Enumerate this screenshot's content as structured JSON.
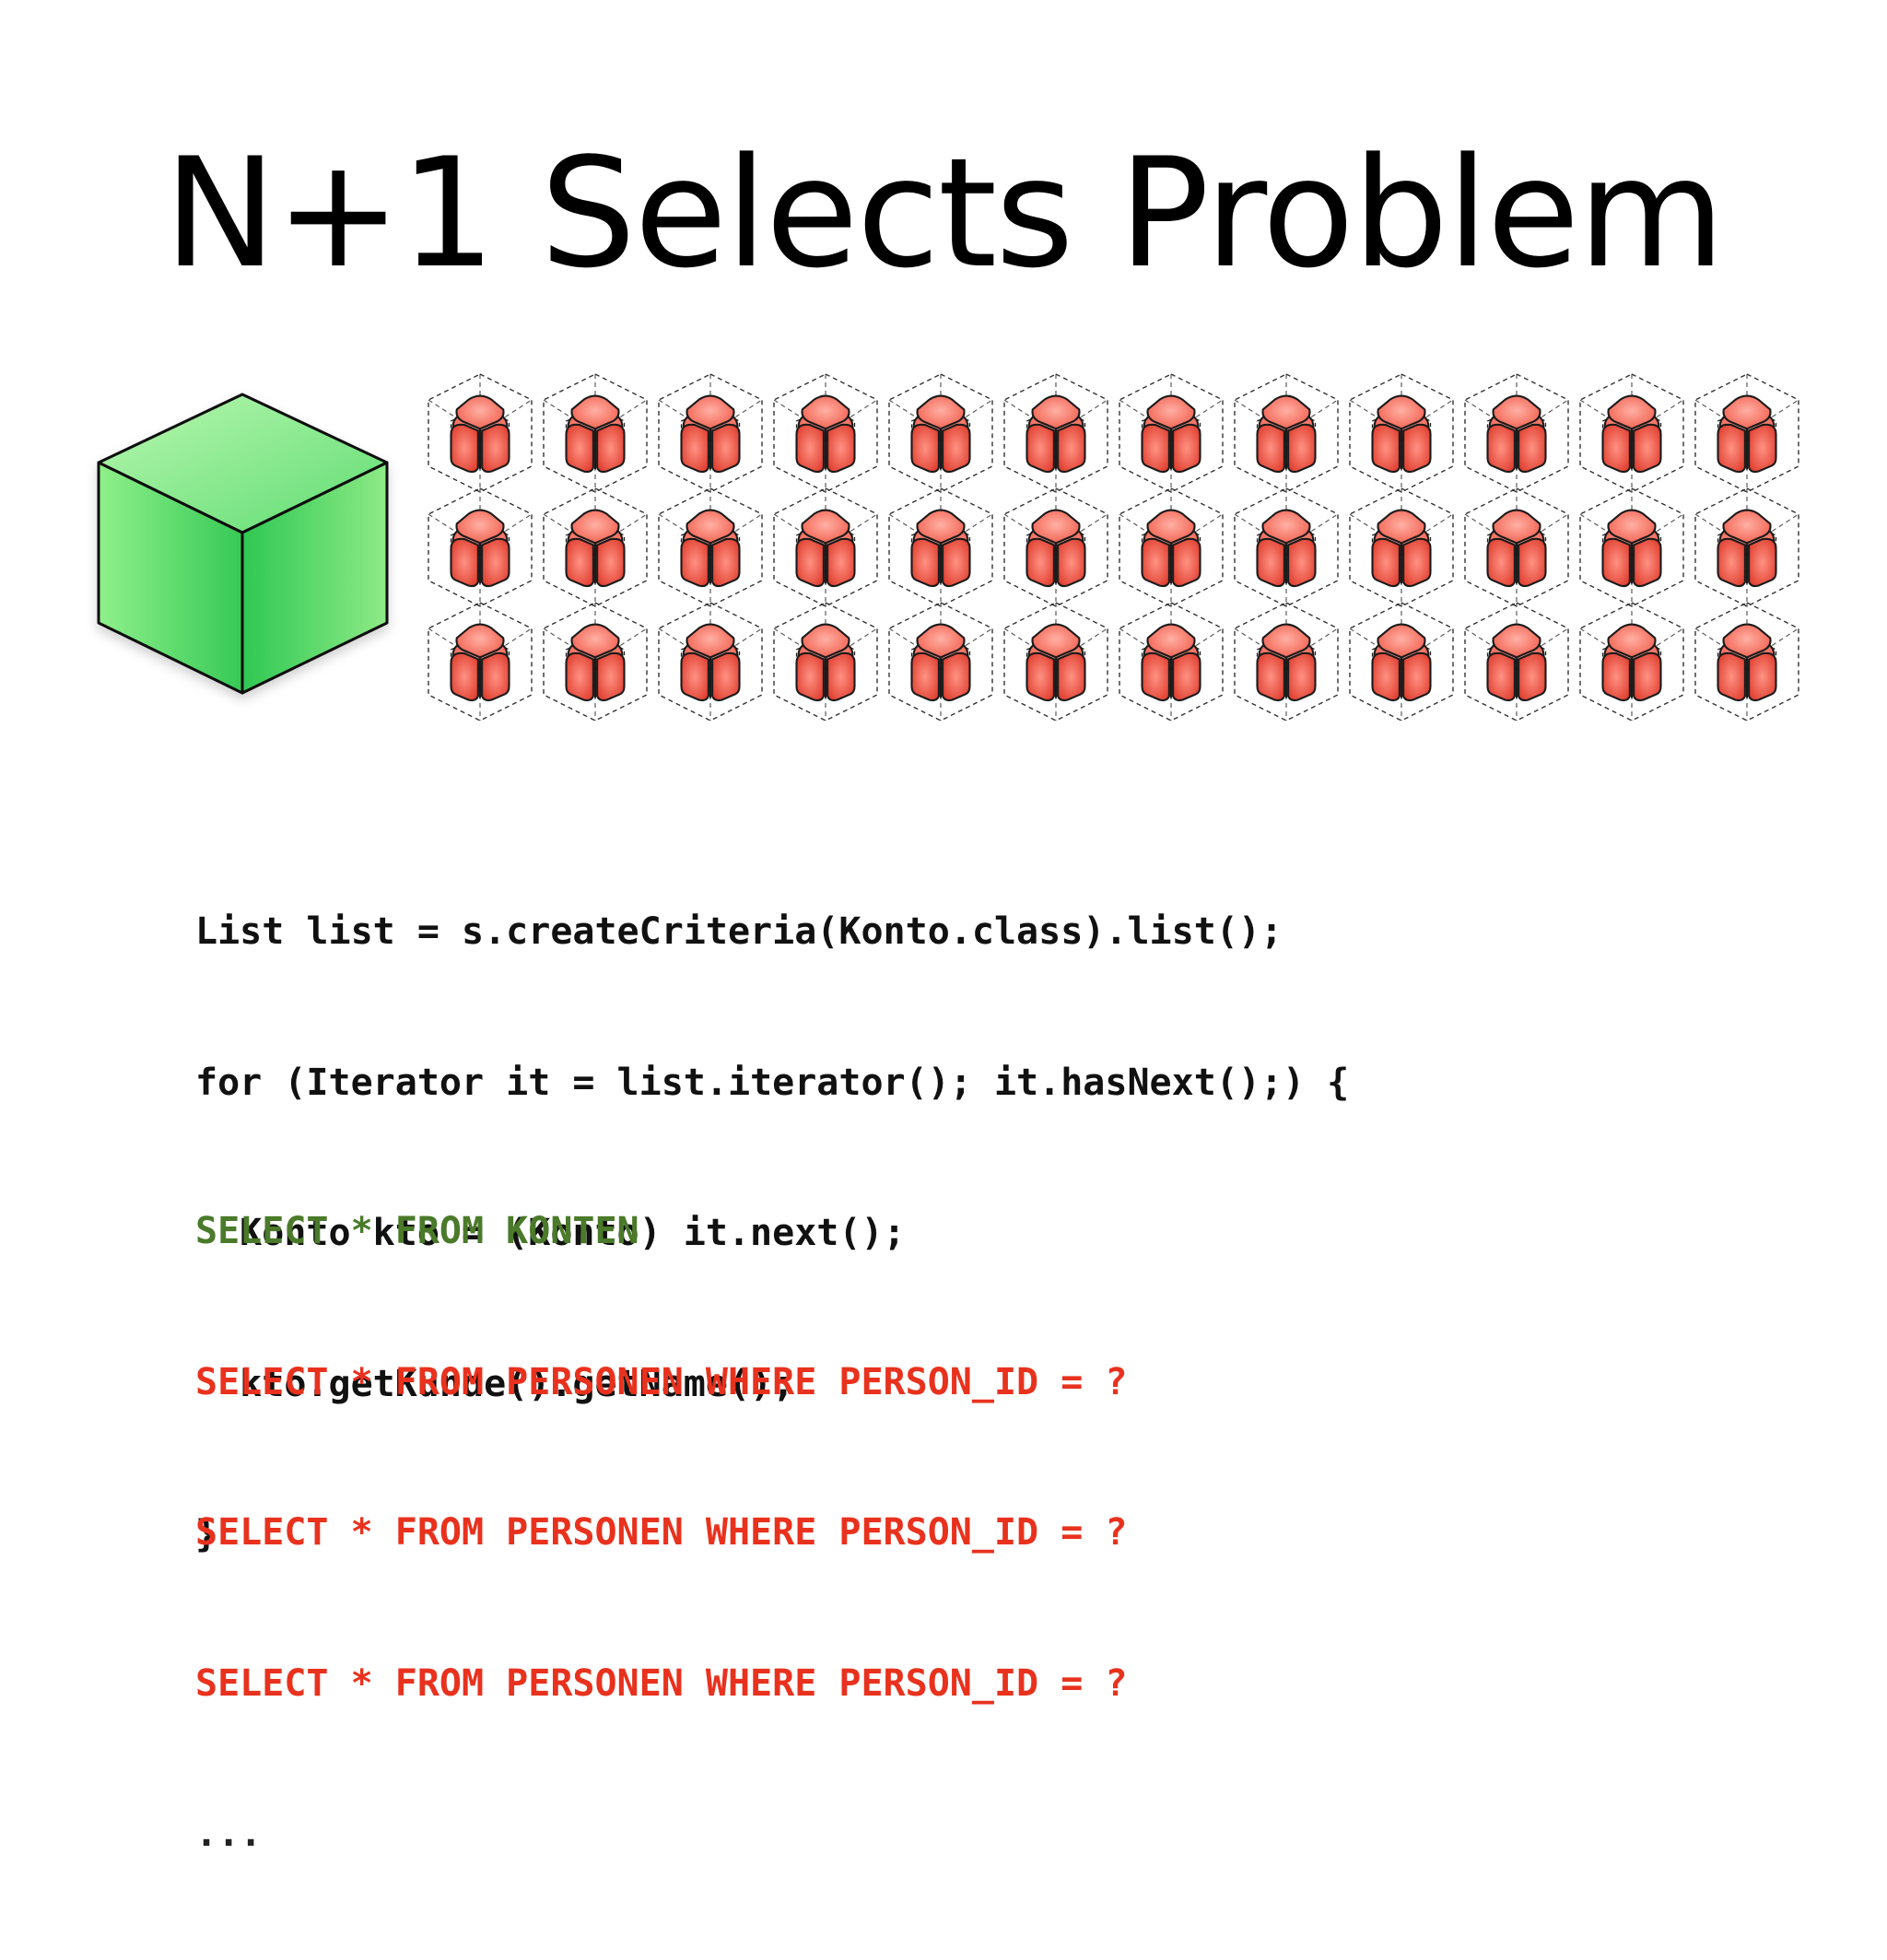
{
  "slide": {
    "title": "N+1 Selects Problem"
  },
  "illustration": {
    "main_icon": "green-cube-icon",
    "item_icon": "red-cube-cluster-icon",
    "rows": 3,
    "columns": 12,
    "colors": {
      "green_light": "#a8f0a0",
      "green_mid": "#4fd86a",
      "green_dark": "#2cc450",
      "red_light": "#ff8f80",
      "red_mid": "#f05a4a",
      "red_dark": "#d43a2c"
    }
  },
  "code": {
    "lines": [
      "List list = s.createCriteria(Konto.class).list();",
      "for (Iterator it = list.iterator(); it.hasNext();) {",
      "  Konto kto = (Konto) it.next();",
      "  kto.getKunde().getName();",
      "}"
    ],
    "color": "#111111"
  },
  "sql": {
    "lines": [
      {
        "text": "SELECT * FROM KONTEN",
        "color": "#4a7a2a"
      },
      {
        "text": "SELECT * FROM PERSONEN WHERE PERSON_ID = ?",
        "color": "#e8321e"
      },
      {
        "text": "SELECT * FROM PERSONEN WHERE PERSON_ID = ?",
        "color": "#e8321e"
      },
      {
        "text": "SELECT * FROM PERSONEN WHERE PERSON_ID = ?",
        "color": "#e8321e"
      },
      {
        "text": "...",
        "color": "#222222"
      }
    ]
  }
}
